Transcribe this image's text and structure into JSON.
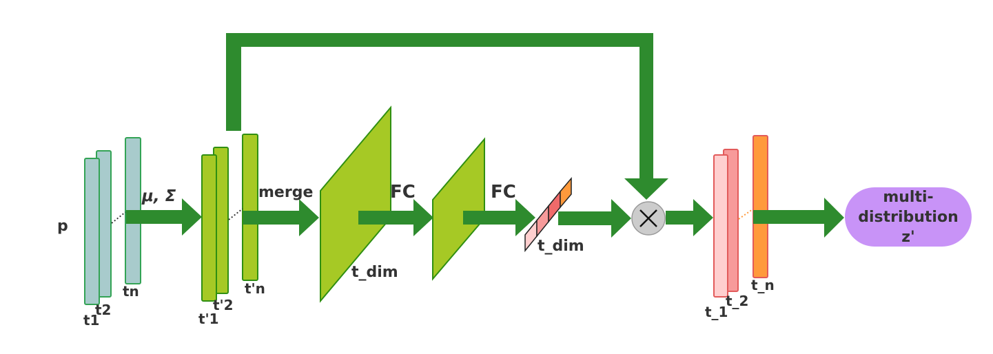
{
  "colors": {
    "arrow": "#2e8b2e",
    "input_bar_fill": "#a8cbcc",
    "input_bar_stroke": "#33a355",
    "green_fill": "#a6c925",
    "green_stroke": "#2f8f12",
    "pink_light": "#ffcfcf",
    "pink_mid": "#f79a9a",
    "pink_stroke": "#e25a5a",
    "orange_fill": "#ff9a3c",
    "pill_fill": "#c893f7",
    "circle_fill": "#cccccc"
  },
  "labels": {
    "input": "p",
    "t1": "t1",
    "t2": "t2",
    "tn": "tn",
    "stats": "μ, Σ",
    "tp1": "t'1",
    "tp2": "t'2",
    "tpn": "t'n",
    "merge": "merge",
    "fc1": "FC",
    "fc2": "FC",
    "t_dim_big": "t_dim",
    "t_dim_small": "t_dim",
    "multiply": "×",
    "out_t1": "t_1",
    "out_t2": "t_2",
    "out_tn": "t_n",
    "output_line1": "multi-",
    "output_line2": "distribution",
    "output_line3": "z'"
  }
}
